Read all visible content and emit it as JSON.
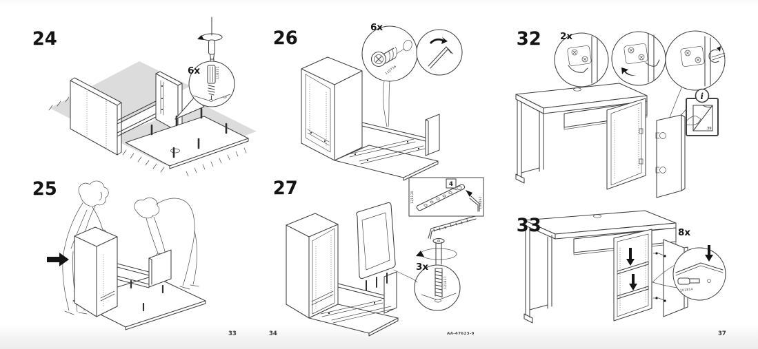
{
  "doc": {
    "footer": {
      "page_left": "33",
      "page_mid": "34",
      "code": "AA-47623-9",
      "page_right": "37"
    }
  },
  "colors": {
    "line": "#3f3f3f",
    "shadow": "#dcdcdc",
    "ink": "#141414",
    "paper": "#ffffff",
    "footer_band": "#ededed"
  },
  "icons": {
    "rotate-arrow-icon": "circular arrow = turn/screw",
    "arrow-icon": "solid black directional arrow",
    "info-icon": "i",
    "page-flip-icon": "hand turning booklet page"
  },
  "steps": {
    "s24": {
      "num": "24",
      "qty": "6x",
      "part": "118331"
    },
    "s25": {
      "num": "25"
    },
    "s26": {
      "num": "26",
      "qty": "6x",
      "part": "110736"
    },
    "s27": {
      "num": "27",
      "qty": "3x",
      "part": "121817",
      "tool": "4",
      "tool_part_left": "121130",
      "tool_part_right": "100092"
    },
    "s32": {
      "num": "32",
      "qty": "2x",
      "info_symbol": "i",
      "info_page": "39"
    },
    "s33": {
      "num": "33",
      "qty": "8x",
      "part": "101814"
    }
  }
}
